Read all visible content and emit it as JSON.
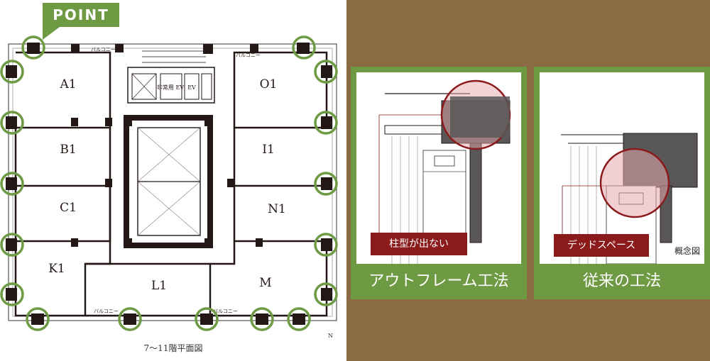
{
  "floorplan": {
    "badge": "POINT",
    "caption": "7〜11階平面図",
    "units": [
      "A1",
      "B1",
      "C1",
      "K1",
      "L1",
      "M",
      "N1",
      "I1",
      "O1"
    ],
    "balcony_label": "バルコニー",
    "elevator_label": "非常用 EV",
    "ev_label": "EV",
    "north_label": "N",
    "colors": {
      "accent": "#6e9a44",
      "wall": "#231815"
    }
  },
  "panels": [
    {
      "title": "アウトフレーム工法",
      "tag": "柱型が出ない",
      "note": ""
    },
    {
      "title": "従来の工法",
      "tag": "デッドスペース",
      "note": "概念図"
    }
  ],
  "colors": {
    "background": "#8b6b44",
    "green": "#6e9a44",
    "red": "#8b1a1a",
    "highlight": "#e6a8ad"
  }
}
